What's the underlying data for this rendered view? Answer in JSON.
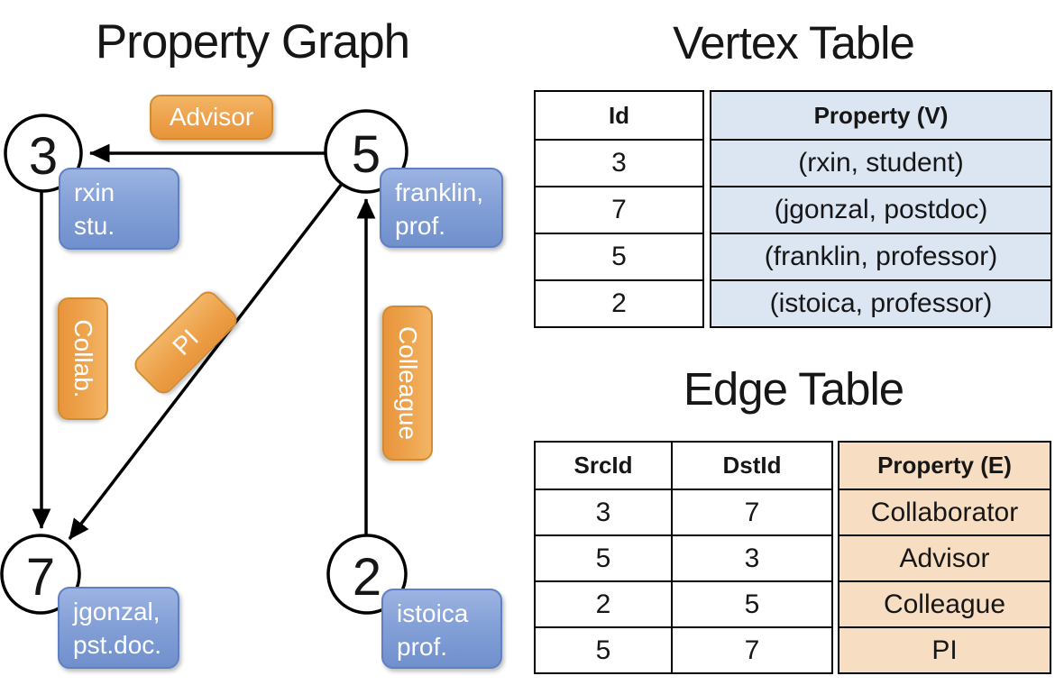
{
  "graph": {
    "title": "Property Graph",
    "nodes": [
      {
        "id": "3",
        "line1": "rxin",
        "line2": "stu."
      },
      {
        "id": "5",
        "line1": "franklin,",
        "line2": "prof."
      },
      {
        "id": "7",
        "line1": "jgonzal,",
        "line2": "pst.doc."
      },
      {
        "id": "2",
        "line1": "istoica",
        "line2": "prof."
      }
    ],
    "edge_labels": {
      "advisor": "Advisor",
      "collab": "Collab.",
      "pi": "PI",
      "colleague": "Colleague"
    }
  },
  "vertex_table": {
    "title": "Vertex Table",
    "columns": {
      "id": "Id",
      "property": "Property (V)"
    },
    "rows": [
      {
        "id": "3",
        "property": "(rxin, student)"
      },
      {
        "id": "7",
        "property": "(jgonzal, postdoc)"
      },
      {
        "id": "5",
        "property": "(franklin, professor)"
      },
      {
        "id": "2",
        "property": "(istoica, professor)"
      }
    ]
  },
  "edge_table": {
    "title": "Edge Table",
    "columns": {
      "src": "SrcId",
      "dst": "DstId",
      "property": "Property (E)"
    },
    "rows": [
      {
        "src": "3",
        "dst": "7",
        "property": "Collaborator"
      },
      {
        "src": "5",
        "dst": "3",
        "property": "Advisor"
      },
      {
        "src": "2",
        "dst": "5",
        "property": "Colleague"
      },
      {
        "src": "5",
        "dst": "7",
        "property": "PI"
      }
    ]
  },
  "colors": {
    "vertex_label_top": "#9cb4e2",
    "vertex_label_bottom": "#7090cd",
    "edge_label_top": "#f3b566",
    "edge_label_bottom": "#e8953b",
    "vertex_property_fill": "#dce5f2",
    "edge_property_fill": "#f7ddc1",
    "line": "#000000"
  }
}
